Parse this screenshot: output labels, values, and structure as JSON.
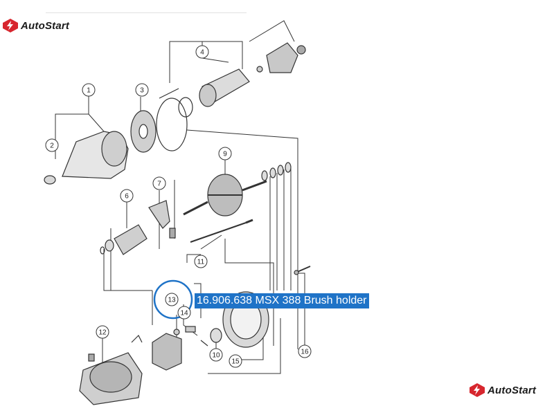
{
  "brand": {
    "name": "AutoStart",
    "accent": "#d7262e"
  },
  "callouts": [
    "1",
    "2",
    "3",
    "4",
    "6",
    "7",
    "9",
    "10",
    "11",
    "12",
    "13",
    "14",
    "15",
    "16"
  ],
  "selection": {
    "label": "16.906.638 MSX 388 Brush holder",
    "highlight_color": "#1f73c7",
    "callout": "13"
  }
}
